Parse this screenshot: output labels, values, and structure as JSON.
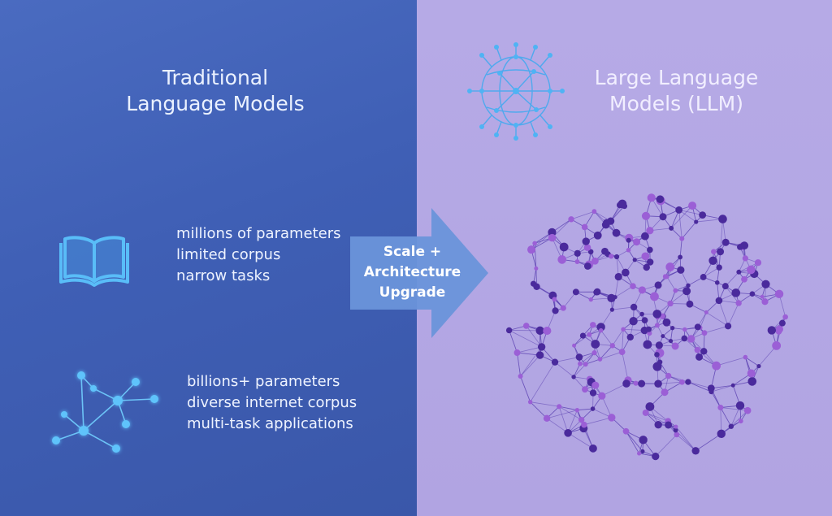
{
  "left": {
    "title": "Traditional\nLanguage Models",
    "traditional_features": [
      "millions of parameters",
      "limited corpus",
      "narrow tasks"
    ],
    "llm_features": [
      "billions+ parameters",
      "diverse internet corpus",
      "multi-task applications"
    ]
  },
  "right": {
    "title": "Large Language\nModels (LLM)"
  },
  "arrow": {
    "label": "Scale +\nArchitecture\nUpgrade"
  },
  "colors": {
    "left_bg": "#3f5fb5",
    "right_bg": "#b4a8e3",
    "icon_cyan": "#55b8f5",
    "arrow": "#6a93d8",
    "node_dark": "#4a2a9c",
    "node_light": "#9b5fd6"
  },
  "icons": [
    "book-icon",
    "network-icon",
    "globe-network-icon",
    "neural-cluster-icon"
  ]
}
